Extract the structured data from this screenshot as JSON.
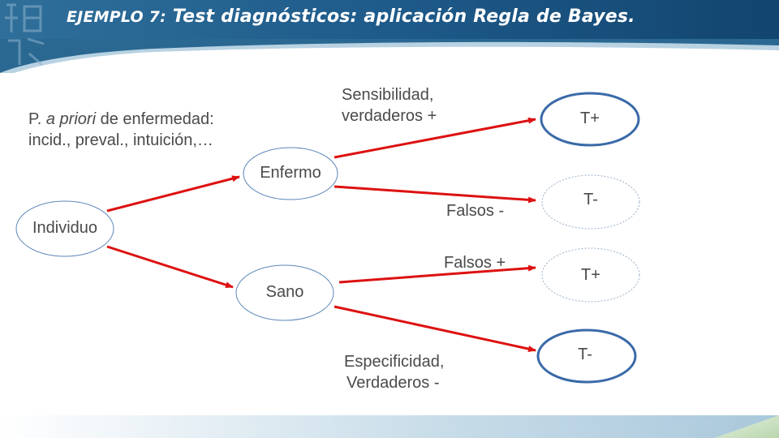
{
  "title": {
    "prefix": "EJEMPLO 7:",
    "main": " Test diagnósticos: aplicación Regla de Bayes."
  },
  "priori": {
    "line1_a": "P. ",
    "line1_b": "a priori",
    "line1_c": " de enfermedad:",
    "line2": "incid., preval., intuición,…"
  },
  "nodes": {
    "individuo": "Individuo",
    "enfermo": "Enfermo",
    "sano": "Sano",
    "enfermo_pos": "T+",
    "enfermo_neg": "T-",
    "sano_pos": "T+",
    "sano_neg": "T-"
  },
  "edges": {
    "sensibilidad_1": "Sensibilidad,",
    "sensibilidad_2": "verdaderos +",
    "falsos_neg": "Falsos -",
    "falsos_pos": "Falsos +",
    "especificidad_1": "Especificidad,",
    "especificidad_2": "Verdaderos -"
  },
  "colors": {
    "arrow": "#dd1111",
    "node_border": "#3a6aa8",
    "text": "#4a4a4a",
    "banner": "#1e5a8a"
  }
}
